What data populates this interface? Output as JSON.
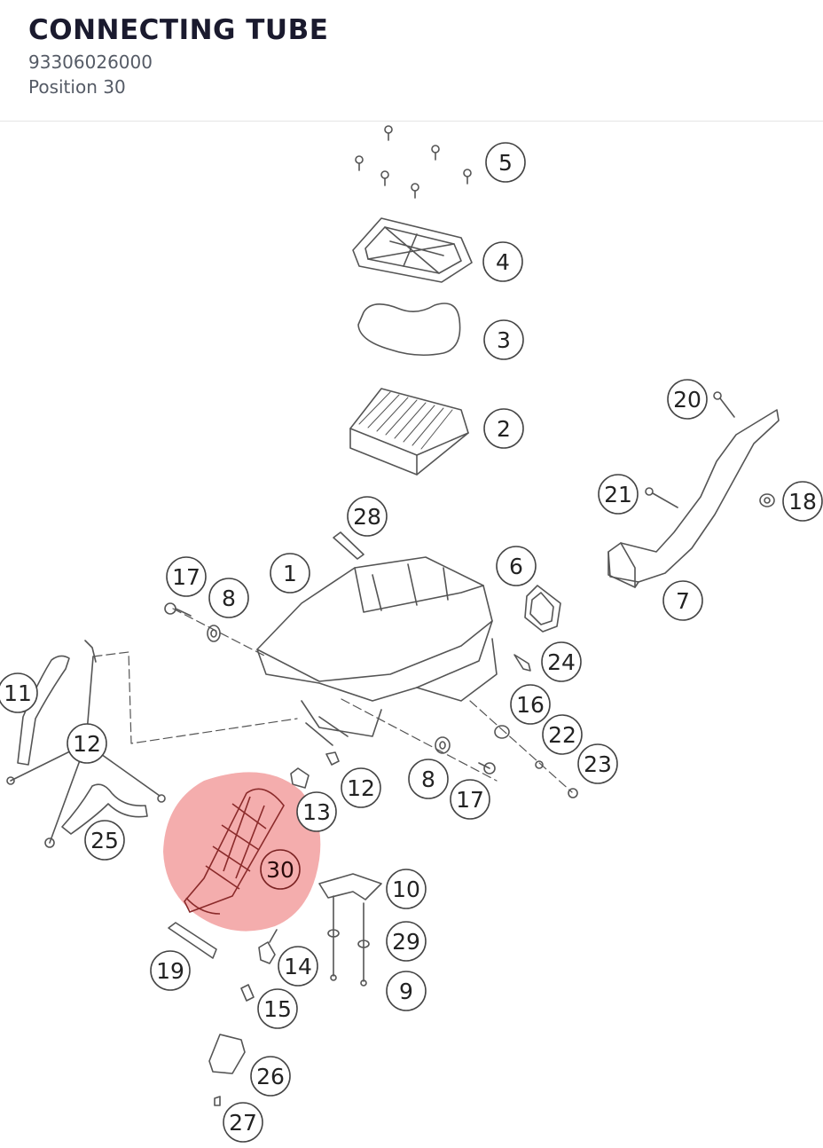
{
  "header": {
    "title": "CONNECTING TUBE",
    "part_number": "93306026000",
    "position": "Position 30"
  },
  "diagram": {
    "highlight_color": "#f08a8a",
    "line_color": "#555555",
    "callouts": [
      "5",
      "4",
      "3",
      "2",
      "20",
      "21",
      "18",
      "28",
      "1",
      "17",
      "8",
      "6",
      "7",
      "24",
      "11",
      "12",
      "16",
      "22",
      "23",
      "12",
      "8",
      "17",
      "13",
      "25",
      "30",
      "10",
      "29",
      "19",
      "14",
      "9",
      "15",
      "26",
      "27"
    ]
  }
}
